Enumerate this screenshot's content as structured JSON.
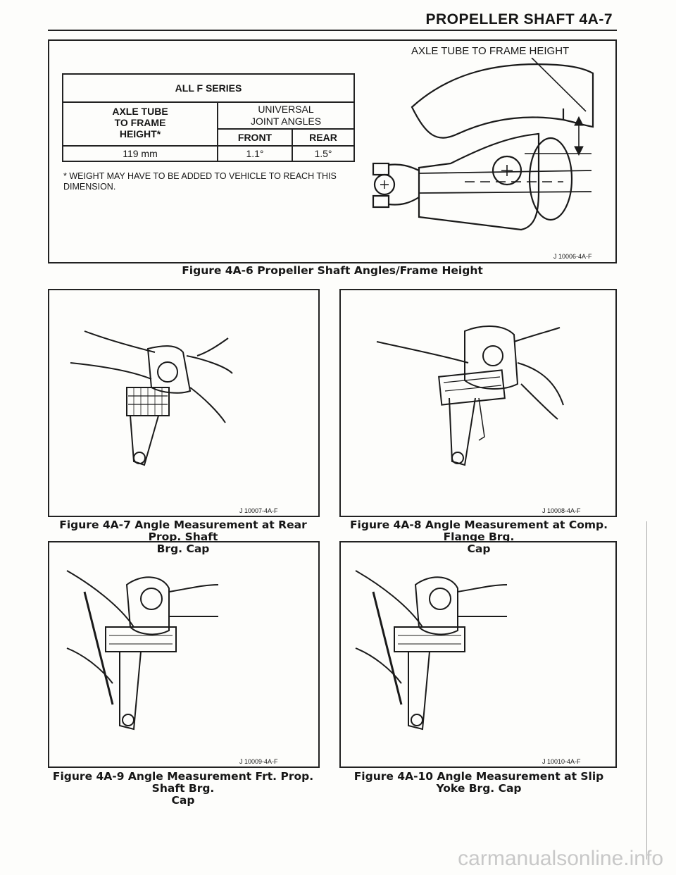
{
  "header": {
    "title": "PROPELLER SHAFT 4A-7"
  },
  "figure6": {
    "axle_label": "AXLE TUBE TO FRAME HEIGHT",
    "table": {
      "series_header": "ALL F SERIES",
      "col1_header": "AXLE TUBE\nTO FRAME\nHEIGHT*",
      "col2_header": "UNIVERSAL\nJOINT ANGLES",
      "front_header": "FRONT",
      "rear_header": "REAR",
      "height_value": "119 mm",
      "front_value": "1.1°",
      "rear_value": "1.5°"
    },
    "note": "* WEIGHT MAY HAVE TO BE ADDED TO VEHICLE TO REACH THIS\nDIMENSION.",
    "code": "J 10006-4A-F",
    "caption": "Figure 4A-6 Propeller Shaft Angles/Frame Height"
  },
  "figure7": {
    "code": "J 10007-4A-F",
    "caption": "Figure 4A-7 Angle Measurement at Rear Prop. Shaft\nBrg. Cap"
  },
  "figure8": {
    "code": "J 10008-4A-F",
    "caption": "Figure 4A-8 Angle Measurement at Comp. Flange Brg.\nCap"
  },
  "figure9": {
    "code": "J 10009-4A-F",
    "caption": "Figure 4A-9 Angle Measurement Frt. Prop. Shaft Brg.\nCap"
  },
  "figure10": {
    "code": "J 10010-4A-F",
    "caption": "Figure 4A-10 Angle Measurement at Slip Yoke Brg. Cap"
  },
  "watermark": "carmanualsonline.info"
}
